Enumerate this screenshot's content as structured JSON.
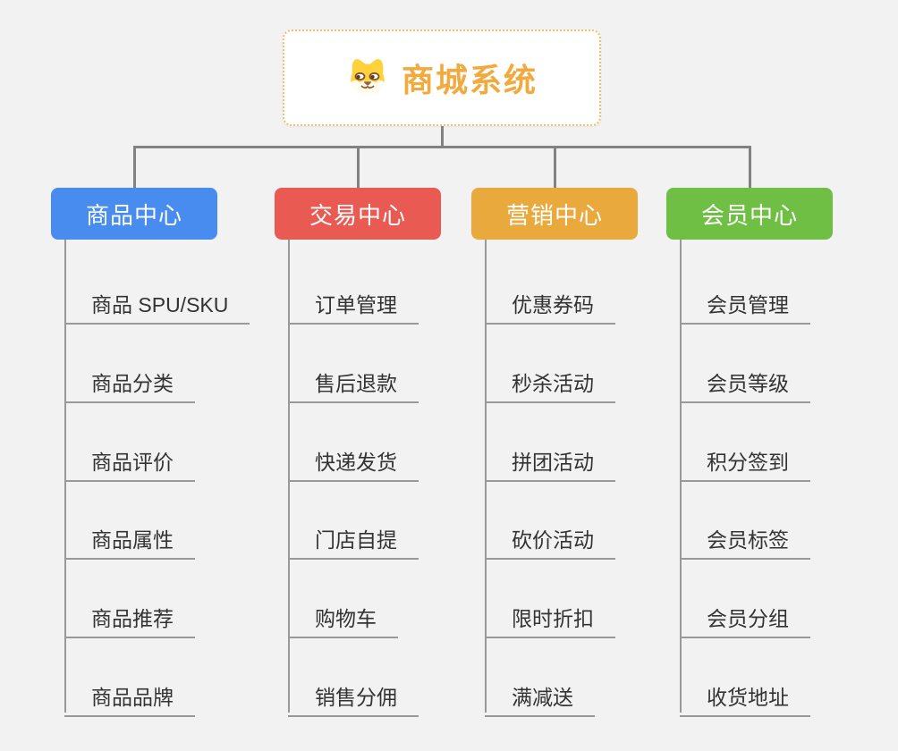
{
  "root": {
    "label": "商城系统",
    "label_color": "#F2A93E",
    "border_color": "#F3BE67",
    "bg": "#ffffff",
    "icon": "dog-face-icon"
  },
  "branches": [
    {
      "label": "商品中心",
      "color": "#488CF0",
      "text_color": "#ffffff",
      "children": [
        "商品 SPU/SKU",
        "商品分类",
        "商品评价",
        "商品属性",
        "商品推荐",
        "商品品牌"
      ]
    },
    {
      "label": "交易中心",
      "color": "#E95B52",
      "text_color": "#ffffff",
      "children": [
        "订单管理",
        "售后退款",
        "快递发货",
        "门店自提",
        "购物车",
        "销售分佣"
      ]
    },
    {
      "label": "营销中心",
      "color": "#EAA93D",
      "text_color": "#ffffff",
      "children": [
        "优惠券码",
        "秒杀活动",
        "拼团活动",
        "砍价活动",
        "限时折扣",
        "满减送"
      ]
    },
    {
      "label": "会员中心",
      "color": "#6FBF45",
      "text_color": "#ffffff",
      "children": [
        "会员管理",
        "会员等级",
        "积分签到",
        "会员标签",
        "会员分组",
        "收货地址"
      ]
    }
  ],
  "colors": {
    "background": "#f2f2f3",
    "connector": "#828282",
    "child_line": "#999999",
    "child_text": "#333333"
  }
}
